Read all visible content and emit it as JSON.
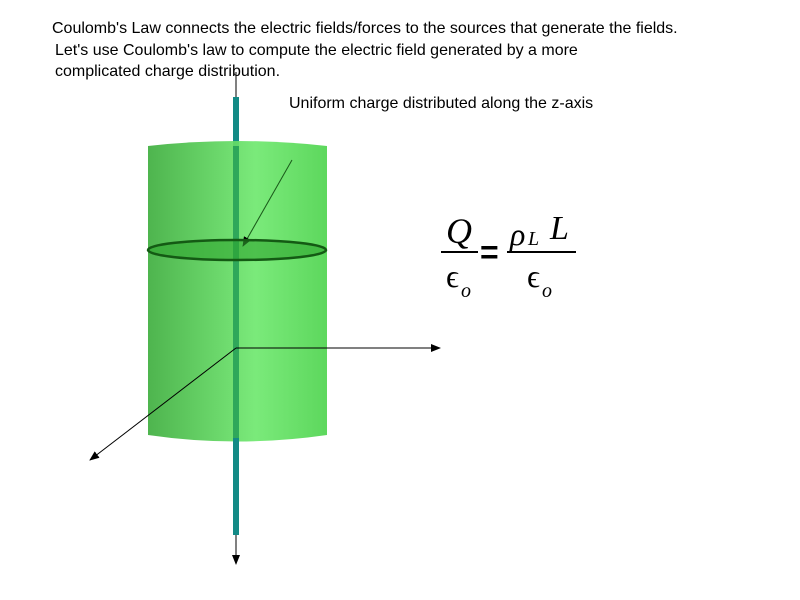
{
  "text": {
    "line1": "Coulomb's Law connects the electric  fields/forces to the sources that generate the fields.",
    "line2": "Let's use Coulomb's law to compute the electric field generated by a more",
    "line3": "complicated charge distribution.",
    "caption": "Uniform charge distributed along the z-axis"
  },
  "equation": {
    "lhs_num": "Q",
    "lhs_den": "ϵ",
    "lhs_den_sub": "o",
    "equals": "=",
    "rhs_num_rho": "ρ",
    "rhs_num_sub": "L",
    "rhs_num_L": "L",
    "rhs_den": "ϵ",
    "rhs_den_sub": "o"
  },
  "colors": {
    "cylinder": "#3fd63f",
    "axis": "#138a86"
  }
}
